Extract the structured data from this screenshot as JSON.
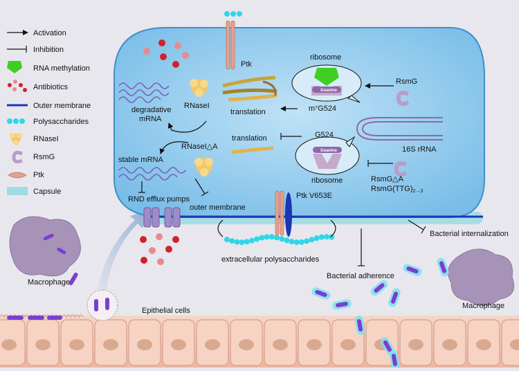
{
  "legend": {
    "activation": "Activation",
    "inhibition": "Inhibition",
    "rna_methylation": "RNA methylation",
    "antibiotics": "Antibiotics",
    "outer_membrane": "Outer membrane",
    "polysaccharides": "Polysaccharides",
    "rnasei": "RNaseI",
    "rsmg": "RsmG",
    "ptk": "Ptk",
    "capsule": "Capsule"
  },
  "labels": {
    "ptk_top": "Ptk",
    "ribosome_top": "ribosome",
    "guanine_top": "Guanine",
    "rsmg": "RsmG",
    "m7g524": "m⁷G524",
    "rnasei": "RNaseI",
    "degradative_line1": "degradative",
    "degradative_line2": "mRNA",
    "translation_top": "translation",
    "rrna16s": "16S rRNA",
    "g524": "G524",
    "translation_bottom": "translation",
    "rnasei_delta": "RNaseI△A",
    "stable_mrna": "stable  mRNA",
    "guanine_bottom": "Guanine",
    "ribosome_bottom": "ribosome",
    "rsmg_delta": "RsmG△A",
    "rsmg_ttg": "RsmG(TTG)",
    "rsmg_ttg_sub": "2→3",
    "rnd": "RND efflux pumps",
    "outer_membrane": "outer membrane",
    "ptk_v653e": "Ptk V653E",
    "extracellular": "extracellular polysaccharides",
    "bacterial_internalization": "Bacterial internalization",
    "bacterial_adherence": "Bacterial adherence",
    "macrophage_left": "Macrophage",
    "macrophage_right": "Macrophage",
    "epithelial": "Epithelial cells"
  },
  "colors": {
    "background": "#e8e7ee",
    "cell_fill": "#9fd0ef",
    "cell_stroke": "#3f8fc6",
    "capsule": "#9edce3",
    "outer_membrane": "#1a36b5",
    "polysaccharide": "#2fd6e8",
    "antibiotic": "#d0222b",
    "rnasei": "#f2c66a",
    "rsmg": "#b79ec9",
    "ptk": "#e6a08d",
    "methylation": "#3fcf22",
    "epithelium": "#f2cab8",
    "nucleus": "#d9a98f",
    "macrophage": "#a893b8",
    "bacterium": "#7a3fd0"
  }
}
